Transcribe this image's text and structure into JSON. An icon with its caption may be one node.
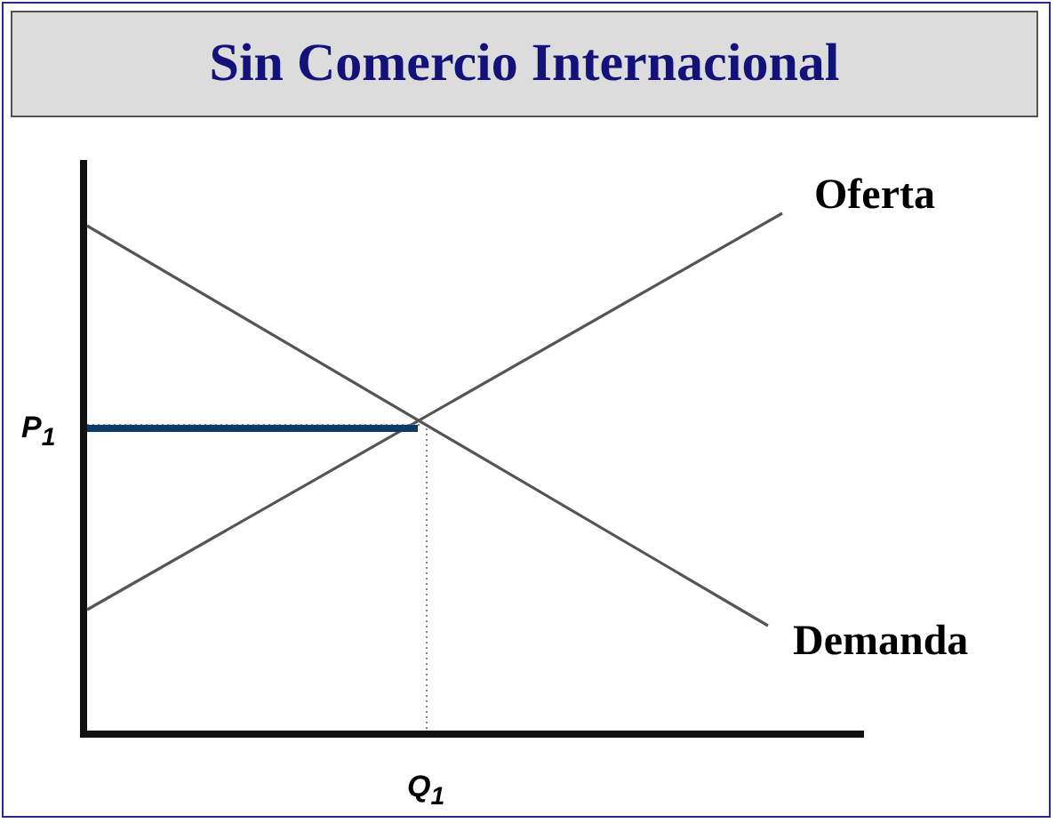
{
  "diagram": {
    "title": "Sin Comercio Internacional",
    "labels": [
      "Oferta",
      "P$_{1}$",
      "Demanda",
      "Q$_{1}$"
    ]
  }
}
